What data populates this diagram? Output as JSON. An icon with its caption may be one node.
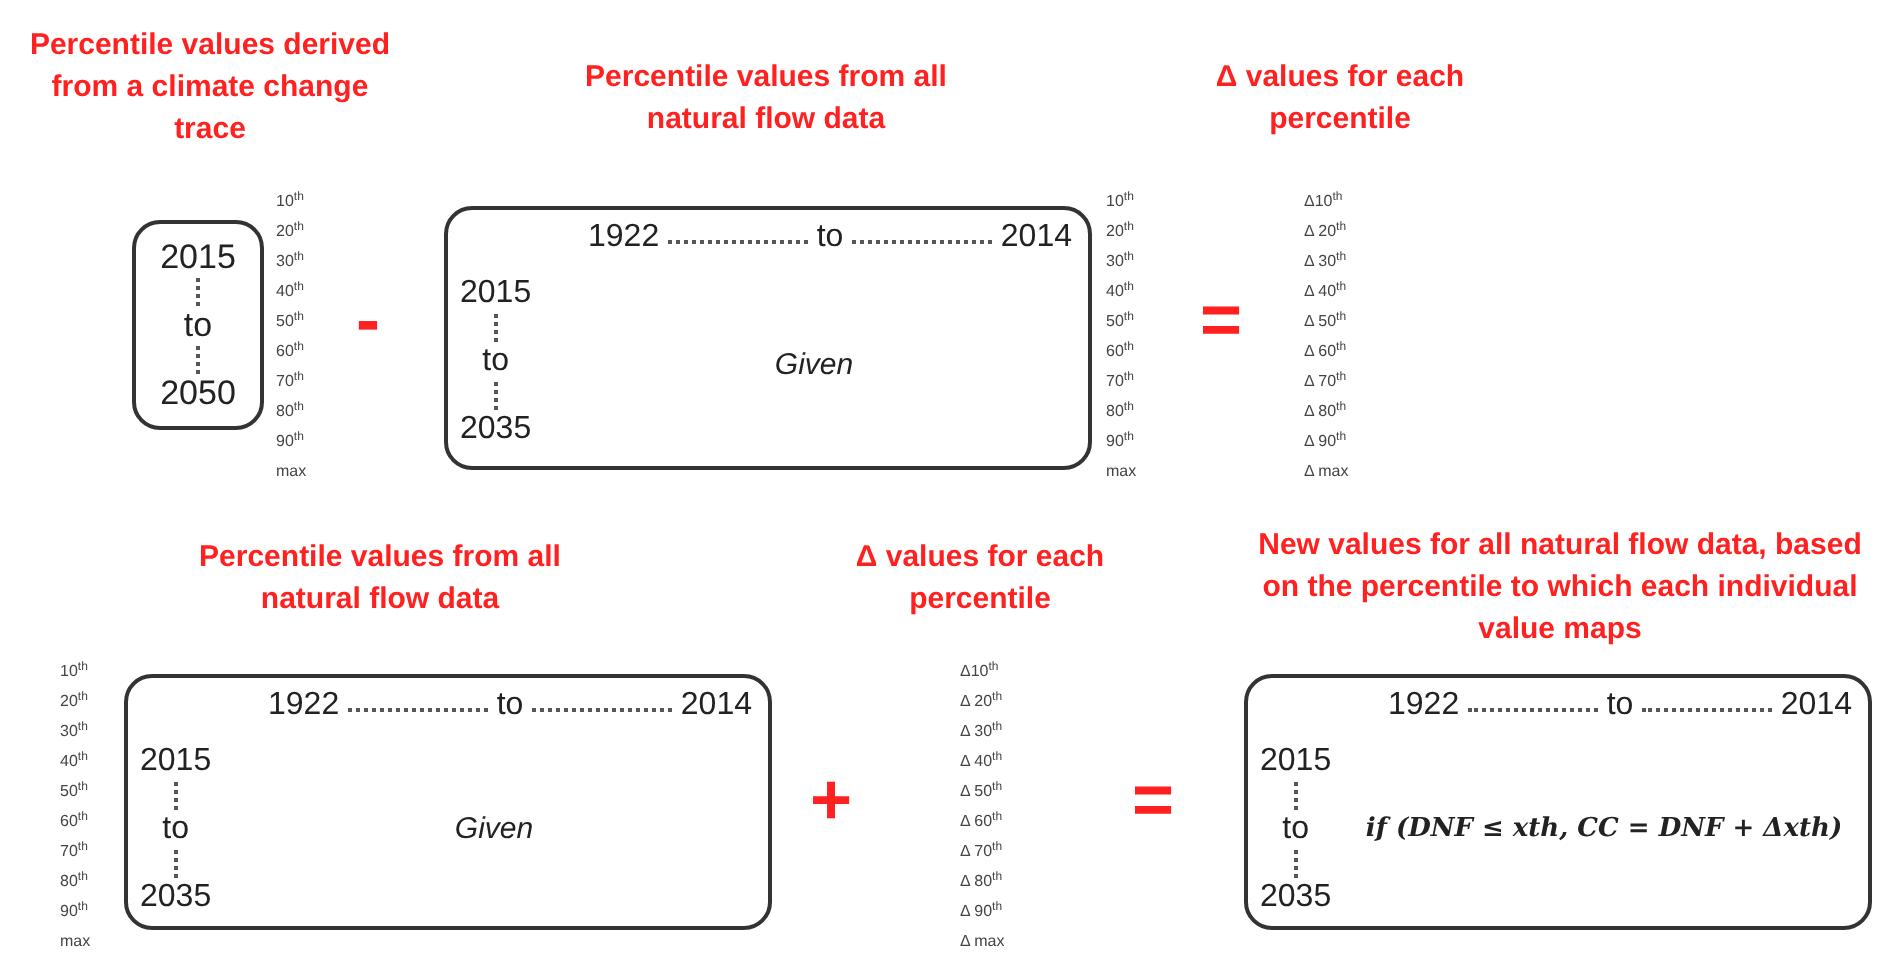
{
  "diagram": {
    "nodes": [
      {
        "text": [
          "Percentile values derived from a climate change trace",
          "2015",
          "to",
          "2050"
        ]
      },
      {
        "text": [
          "Percentile values from all natural flow data",
          "1922",
          "to",
          "2014",
          "2015",
          "to",
          "2035",
          "Given"
        ]
      },
      {
        "text": [
          "Percentile values from all natural flow data",
          "1922",
          "to",
          "2014",
          "2015",
          "to",
          "2035",
          "Given"
        ]
      },
      {
        "text": [
          "New values for all natural flow data, based on the percentile to which each individual value maps",
          "1922",
          "to",
          "2014",
          "2015",
          "to",
          "2035",
          "if (DNF ≤ xth, CC = DNF + Δxth)"
        ]
      }
    ],
    "edges": [],
    "labels": [
      "10$^{th}$",
      "20$^{th}$",
      "30$^{th}$",
      "40$^{th}$",
      "50$^{th}$",
      "60$^{th}$",
      "70$^{th}$",
      "80$^{th}$",
      "90$^{th}$",
      "max",
      "-",
      "10$^{th}$",
      "20$^{th}$",
      "30$^{th}$",
      "40$^{th}$",
      "50$^{th}$",
      "60$^{th}$",
      "70$^{th}$",
      "80$^{th}$",
      "90$^{th}$",
      "max",
      "=",
      "Δ values for each percentile",
      "Δ10$^{th}$",
      "Δ 20$^{th}$",
      "Δ 30$^{th}$",
      "Δ 40$^{th}$",
      "Δ 50$^{th}$",
      "Δ 60$^{th}$",
      "Δ 70$^{th}$",
      "Δ 80$^{th}$",
      "Δ 90$^{th}$",
      "Δ max",
      "Δ values for each percentile",
      "10$^{th}$",
      "20$^{th}$",
      "30$^{th}$",
      "40$^{th}$",
      "50$^{th}$",
      "60$^{th}$",
      "70$^{th}$",
      "80$^{th}$",
      "90$^{th}$",
      "max",
      "+",
      "Δ10$^{th}$",
      "Δ 20$^{th}$",
      "Δ 30$^{th}$",
      "Δ 40$^{th}$",
      "Δ 50$^{th}$",
      "Δ 60$^{th}$",
      "Δ 70$^{th}$",
      "Δ 80$^{th}$",
      "Δ 90$^{th}$",
      "Δ max",
      "="
    ]
  }
}
